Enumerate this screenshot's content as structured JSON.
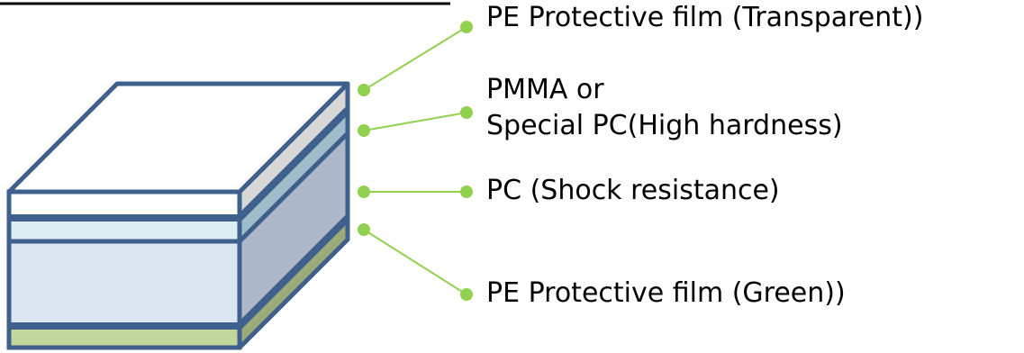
{
  "colors": {
    "outline": "#3f5f8c",
    "leader": "#92d050",
    "top_face": "#ffffff",
    "pe_top_side": "#d7d7d7",
    "pmma_front": "#daeef3",
    "pmma_side": "#9fbccb",
    "pc_front": "#dce6f2",
    "pc_side": "#adb9ca",
    "pe_green_front": "#c3d69b",
    "pe_green_side": "#9aab79",
    "header_underline": "#000000"
  },
  "layers": {
    "pe_top": {
      "label": "PE Protective film (Transparent))"
    },
    "pmma": {
      "label_line1": "PMMA or",
      "label_line2": "Special PC(High hardness)"
    },
    "pc": {
      "label": "PC (Shock resistance)"
    },
    "pe_bottom": {
      "label": "PE Protective film (Green))"
    }
  }
}
